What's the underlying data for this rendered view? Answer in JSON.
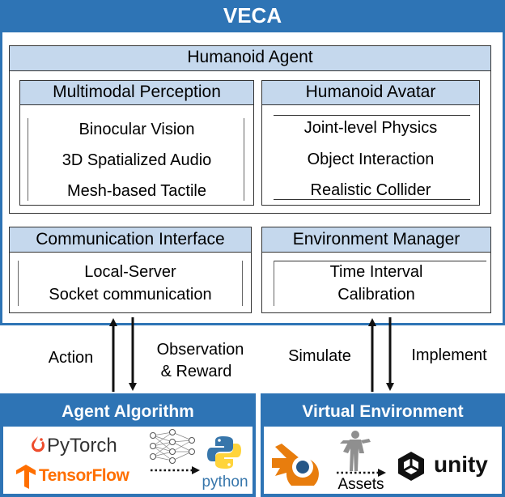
{
  "title": "VECA",
  "humanoid_agent": {
    "label": "Humanoid Agent",
    "perception": {
      "label": "Multimodal Perception",
      "items": [
        "Binocular Vision",
        "3D Spatialized Audio",
        "Mesh-based Tactile"
      ]
    },
    "avatar": {
      "label": "Humanoid Avatar",
      "items": [
        "Joint-level Physics",
        "Object Interaction",
        "Realistic Collider"
      ]
    }
  },
  "communication": {
    "label": "Communication Interface",
    "items": [
      "Local-Server",
      "Socket communication"
    ]
  },
  "environment_manager": {
    "label": "Environment Manager",
    "items": [
      "Time Interval",
      "Calibration"
    ]
  },
  "arrows": {
    "action": "Action",
    "observation": [
      "Observation",
      "& Reward"
    ],
    "simulate": "Simulate",
    "implement": "Implement"
  },
  "agent_algorithm": {
    "label": "Agent Algorithm",
    "logos": {
      "pytorch": "PyTorch",
      "tensorflow": "TensorFlow",
      "python": "python"
    }
  },
  "virtual_environment": {
    "label": "Virtual Environment",
    "assets_label": "Assets",
    "logos": {
      "unity": "unity"
    }
  },
  "colors": {
    "accent": "#2e74b5",
    "header_fill": "#c5d8ed",
    "pytorch": "#ee4c2c",
    "tensorflow": "#ff6f00",
    "python_blue": "#3776ab",
    "python_yellow": "#ffd43b",
    "blender_orange": "#e87d0d",
    "blender_blue": "#265787"
  },
  "icons": [
    "pytorch-logo-icon",
    "tensorflow-logo-icon",
    "neural-network-icon",
    "python-logo-icon",
    "blender-logo-icon",
    "humanoid-asset-icon",
    "unity-logo-icon"
  ]
}
